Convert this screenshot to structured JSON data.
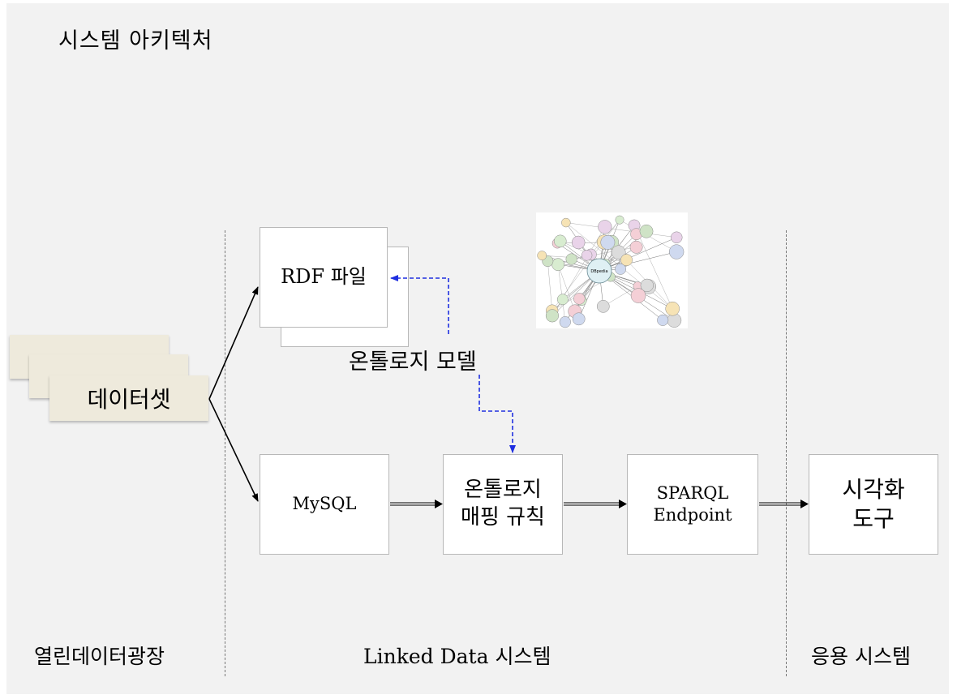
{
  "title": "시스템 아키텍처",
  "zones": {
    "left": "열린데이터광장",
    "middle": "Linked Data 시스템",
    "right": "응용 시스템"
  },
  "dataset": {
    "label": "데이터셋"
  },
  "rdf_file": {
    "label": "RDF 파일"
  },
  "ontology_model": {
    "label": "온톨로지 모델"
  },
  "mysql": {
    "label": "MySQL"
  },
  "mapping_rules": {
    "label": "온톨로지\n매핑 규칙"
  },
  "sparql": {
    "label": "SPARQL\nEndpoint"
  },
  "visualization": {
    "label": "시각화\n도구"
  },
  "graph_image": {
    "icon": "linked-data-cloud-icon",
    "center_node": "DBpedia"
  },
  "colors": {
    "background": "#f2f2f2",
    "dataset_fill": "#eeeadc",
    "dashed_arrow": "#1f2fe0"
  }
}
